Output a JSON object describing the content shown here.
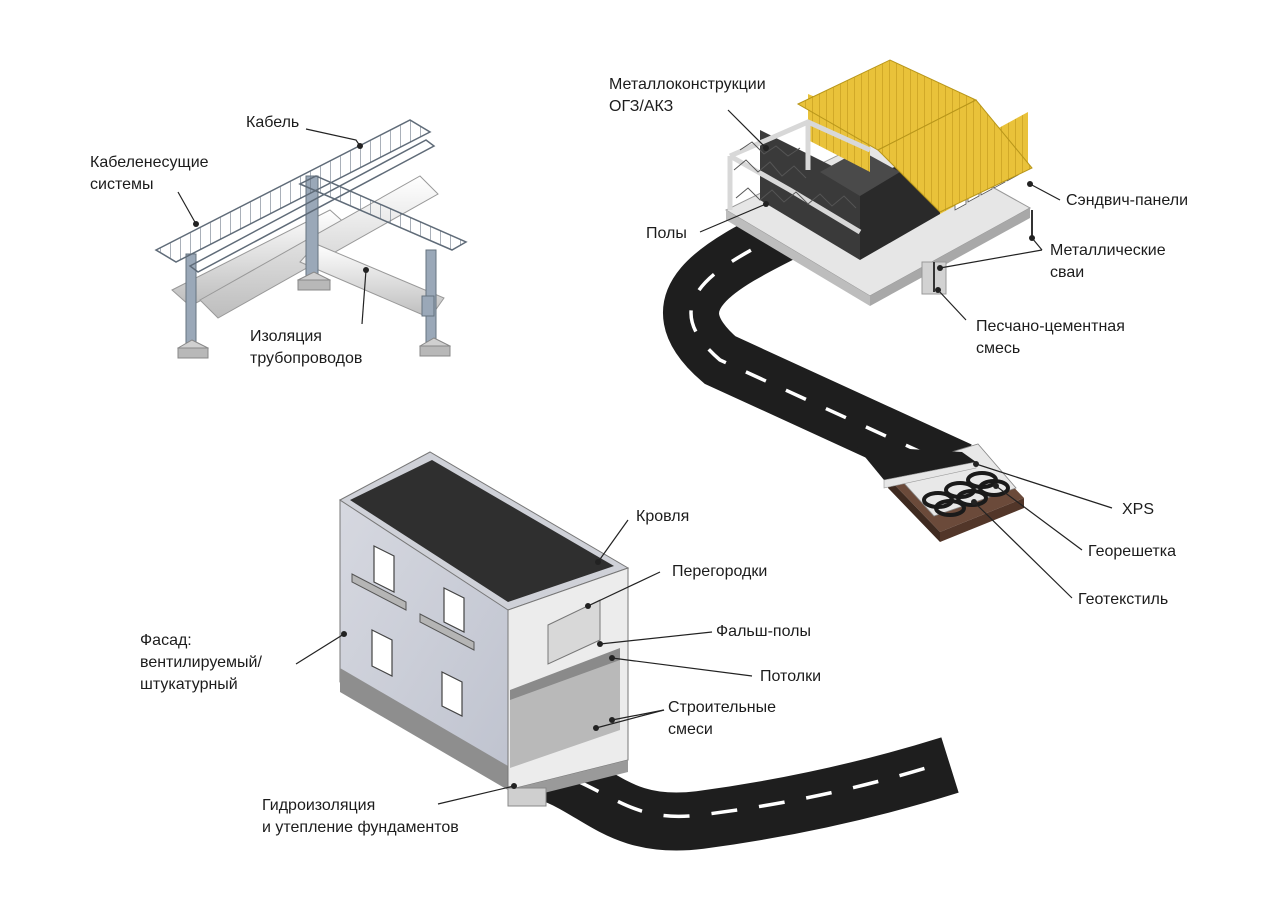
{
  "labels": {
    "cable": "Кабель",
    "cable_trays": [
      "Кабеленесущие",
      "системы"
    ],
    "pipe_insulation": [
      "Изоляция",
      "трубопроводов"
    ],
    "metal_structures": [
      "Металлоконструкции",
      "ОГЗ/АКЗ"
    ],
    "floors": "Полы",
    "sandwich_panels": "Сэндвич-панели",
    "metal_piles": [
      "Металлические",
      "сваи"
    ],
    "sand_cement_mix": [
      "Песчано-цементная",
      "смесь"
    ],
    "xps": "XPS",
    "geogrid": "Георешетка",
    "geotextile": "Геотекстиль",
    "roofing": "Кровля",
    "partitions": "Перегородки",
    "raised_floors": "Фальш-полы",
    "ceilings": "Потолки",
    "building_mixes": [
      "Строительные",
      "смеси"
    ],
    "facade": [
      "Фасад:",
      "вентилируемый/",
      "штукатурный"
    ],
    "foundation": [
      "Гидроизоляция",
      "и утепление фундаментов"
    ]
  },
  "colors": {
    "road": "#1e1e1e",
    "road_marking": "#ffffff",
    "sandwich_panel": "#e9c23a",
    "steel": "#9aa8b8",
    "pipe": "#e6e6e6",
    "facade": "#c9ccd6",
    "roof": "#2f2f2f",
    "soil": "#6b4a3a",
    "line": "#222222"
  }
}
